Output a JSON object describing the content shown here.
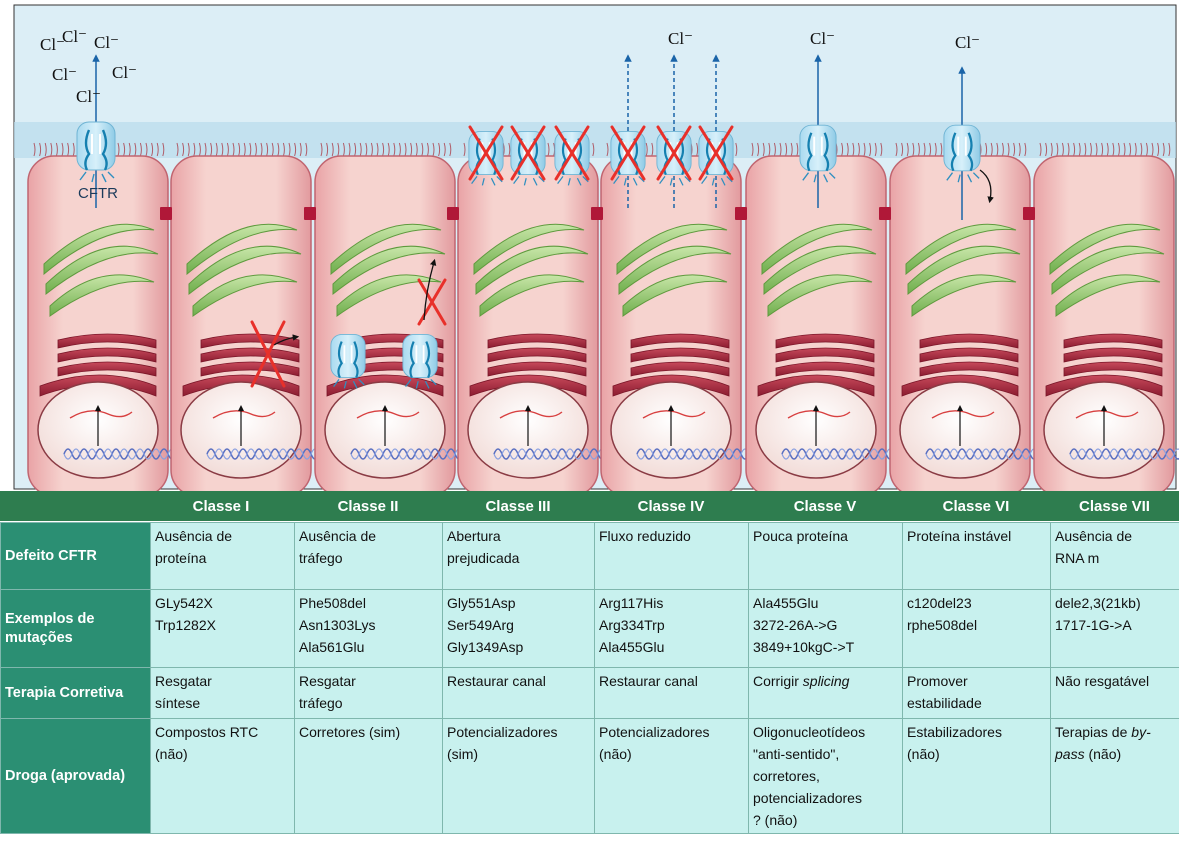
{
  "diagram": {
    "ion_label": "Cl⁻",
    "channel_label": "CFTR"
  },
  "classes": [
    "Classe I",
    "Classe II",
    "Classe III",
    "Classe IV",
    "Classe V",
    "Classe VI",
    "Classe VII"
  ],
  "rows": [
    {
      "header": "Defeito CFTR",
      "cells": [
        [
          "Ausência de",
          "proteína"
        ],
        [
          "Ausência de",
          "tráfego"
        ],
        [
          "Abertura",
          "prejudicada"
        ],
        [
          "Fluxo reduzido"
        ],
        [
          "Pouca proteína"
        ],
        [
          "Proteína instável"
        ],
        [
          "Ausência de",
          "RNA m"
        ]
      ]
    },
    {
      "header": "Exemplos de mutações",
      "cells": [
        [
          "GLy542X",
          "Trp1282X"
        ],
        [
          "Phe508del",
          "Asn1303Lys",
          "Ala561Glu"
        ],
        [
          "Gly551Asp",
          "Ser549Arg",
          "Gly1349Asp"
        ],
        [
          "Arg117His",
          "Arg334Trp",
          "Ala455Glu"
        ],
        [
          "Ala455Glu",
          "3272-26A->G",
          "3849+10kgC->T"
        ],
        [
          "c120del23",
          "rphe508del"
        ],
        [
          "dele2,3(21kb)",
          "1717-1G->A"
        ]
      ]
    },
    {
      "header": "Terapia Corretiva",
      "cells": [
        [
          "Resgatar",
          "síntese"
        ],
        [
          "Resgatar",
          "tráfego"
        ],
        [
          "Restaurar canal"
        ],
        [
          "Restaurar canal"
        ],
        [
          "Corrigir splicing"
        ],
        [
          "Promover",
          "estabilidade"
        ],
        [
          "Não resgatável"
        ]
      ]
    },
    {
      "header": "Droga (aprovada)",
      "cells": [
        [
          "Compostos RTC",
          "(não)"
        ],
        [
          "Corretores (sim)"
        ],
        [
          "Potencializadores",
          "(sim)"
        ],
        [
          "Potencializadores",
          "(não)"
        ],
        [
          "Oligonucleotídeos",
          "\"anti-sentido\",",
          "corretores,",
          "potencializadores",
          "? (não)"
        ],
        [
          "Estabilizadores",
          "(não)"
        ],
        [
          "Terapias de by-",
          "pass  (não)"
        ]
      ]
    }
  ],
  "colors": {
    "header_green": "#2e7d4f",
    "row_header_teal": "#2b8f73",
    "cell_bg": "#c8f1ee",
    "cell_fill": "#f2c8c4",
    "cell_stroke": "#c9707a",
    "lumen": "#dbeef6",
    "golgi": "#8fc46b",
    "er": "#a8283e",
    "channel": "#62b5d8",
    "cross": "#e8302a"
  }
}
